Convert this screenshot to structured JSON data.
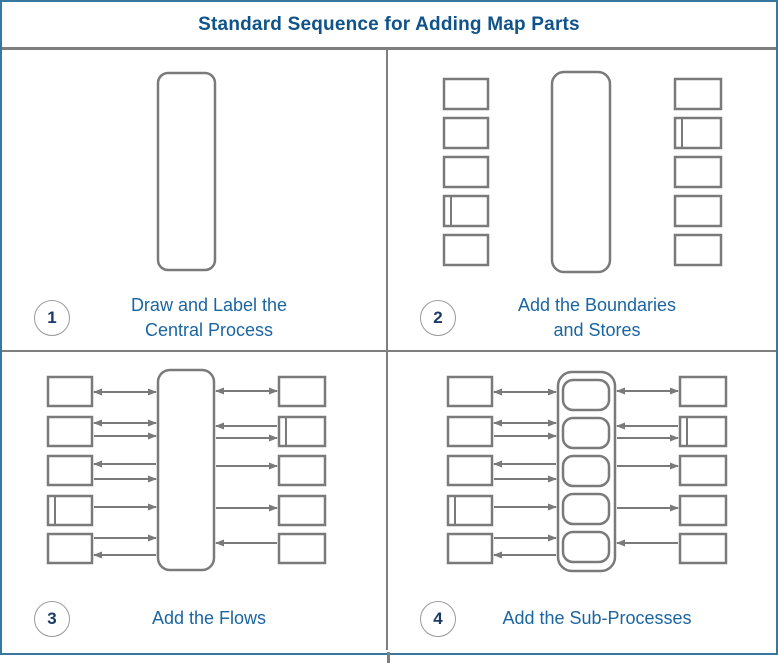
{
  "title": "Standard Sequence for Adding Map Parts",
  "colors": {
    "frame": "#36789E",
    "divider": "#7F7F7F",
    "shape": "#7A7A7A",
    "title_text": "#0F538A",
    "caption_text": "#1B65A0",
    "number_text": "#1B3A66"
  },
  "panels": [
    {
      "number": "1",
      "caption_line1": "Draw and Label the",
      "caption_line2": "Central Process"
    },
    {
      "number": "2",
      "caption_line1": "Add the Boundaries",
      "caption_line2": "and Stores"
    },
    {
      "number": "3",
      "caption_line1": "Add the Flows",
      "caption_line2": ""
    },
    {
      "number": "4",
      "caption_line1": "Add the Sub-Processes",
      "caption_line2": ""
    }
  ]
}
